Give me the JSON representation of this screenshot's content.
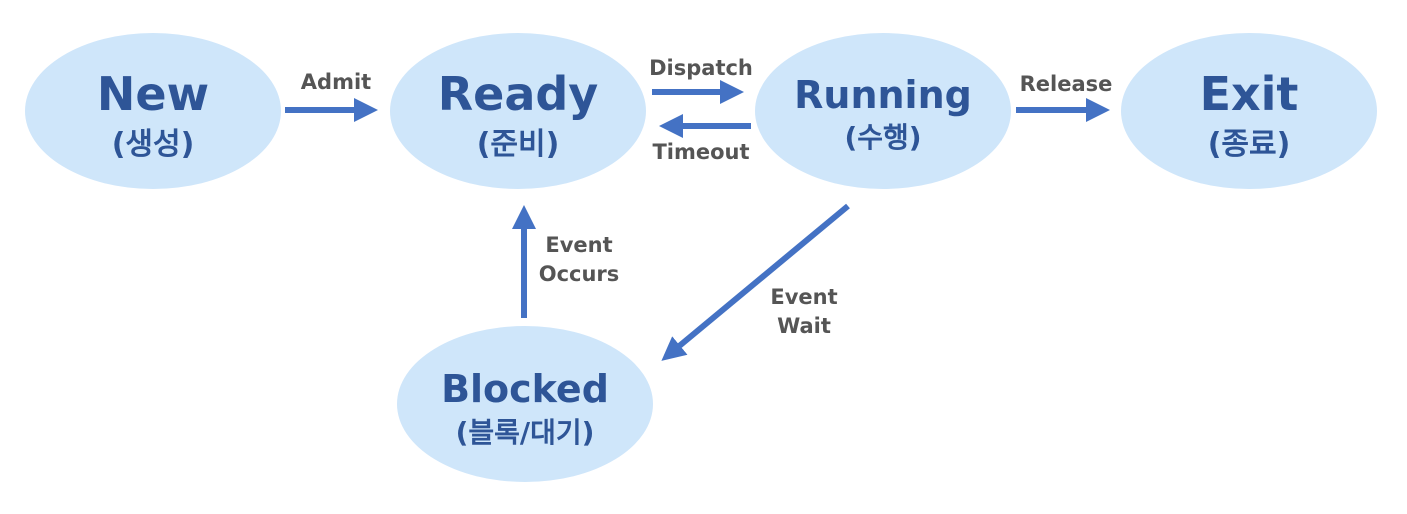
{
  "colors": {
    "background": "#ffffff",
    "node_fill": "#cfe6fa",
    "node_text": "#2e5597",
    "arrow": "#4472c4",
    "label_text": "#555555"
  },
  "states": {
    "new": {
      "name": "New",
      "sub": "(생성)"
    },
    "ready": {
      "name": "Ready",
      "sub": "(준비)"
    },
    "running": {
      "name": "Running",
      "sub": "(수행)"
    },
    "exit": {
      "name": "Exit",
      "sub": "(종료)"
    },
    "blocked": {
      "name": "Blocked",
      "sub": "(블록/대기)"
    }
  },
  "transitions": {
    "admit": {
      "from": "New",
      "to": "Ready",
      "label": "Admit"
    },
    "dispatch": {
      "from": "Ready",
      "to": "Running",
      "label": "Dispatch"
    },
    "timeout": {
      "from": "Running",
      "to": "Ready",
      "label": "Timeout"
    },
    "release": {
      "from": "Running",
      "to": "Exit",
      "label": "Release"
    },
    "event_occurs": {
      "from": "Blocked",
      "to": "Ready",
      "label_lines": [
        "Event",
        "Occurs"
      ]
    },
    "event_wait": {
      "from": "Running",
      "to": "Blocked",
      "label_lines": [
        "Event",
        "Wait"
      ]
    }
  }
}
